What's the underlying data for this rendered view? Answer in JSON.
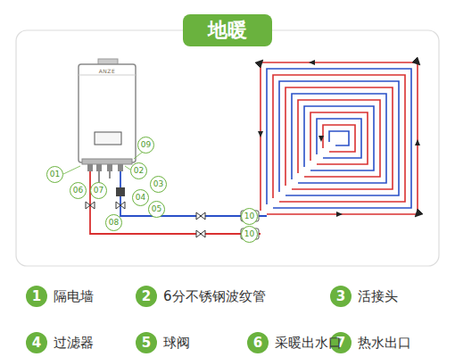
{
  "diagram": {
    "title": "地暖",
    "labels": [
      "01",
      "02",
      "03",
      "04",
      "05",
      "06",
      "07",
      "08",
      "09",
      "10",
      "10",
      "ANZE",
      "1",
      "2",
      "3",
      "4",
      "5",
      "6",
      "7"
    ],
    "legend": [
      {
        "text": "隔电墙"
      },
      {
        "text": "6分不锈钢波纹管"
      },
      {
        "text": "活接头"
      },
      {
        "text": "过滤器"
      },
      {
        "text": "球阀"
      },
      {
        "text": "采暖出水口"
      },
      {
        "text": "热水出口"
      }
    ]
  }
}
